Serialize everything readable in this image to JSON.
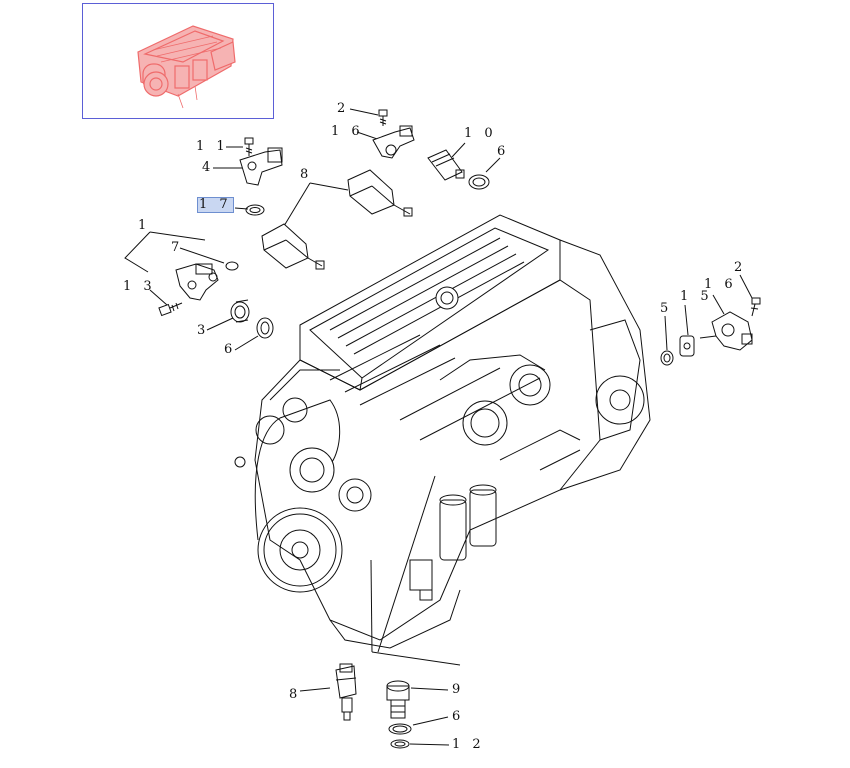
{
  "callouts": {
    "c_2_top": "2",
    "c_16_top": "1 6",
    "c_10": "1 0",
    "c_6_top": "6",
    "c_11": "1 1",
    "c_4": "4",
    "c_8_top": "8",
    "c_17": "1 7",
    "c_1": "1",
    "c_7": "7",
    "c_13": "1 3",
    "c_3": "3",
    "c_6_left": "6",
    "c_5": "5",
    "c_15": "1 5",
    "c_16_right": "1 6",
    "c_2_right": "2",
    "c_8_bottom": "8",
    "c_9": "9",
    "c_6_bottom": "6",
    "c_12": "1 2"
  },
  "colors": {
    "thumbnail_engine": "#ef6b6b",
    "thumbnail_border": "#5b5fd6",
    "highlight": "#c9d7f2",
    "line": "#111111"
  },
  "icons": {
    "thumbnail": "engine-thumbnail-icon",
    "main": "engine-assembly-drawing"
  }
}
